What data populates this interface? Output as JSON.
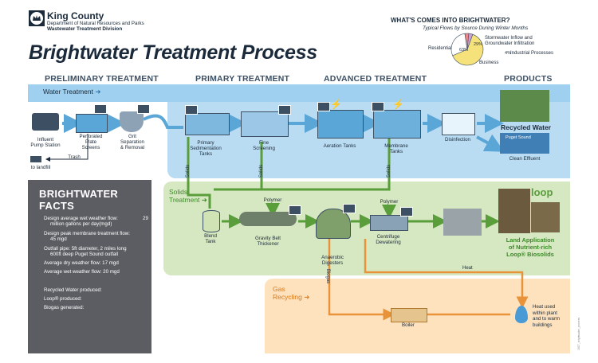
{
  "header": {
    "org_name": "King County",
    "org_dept": "Department of Natural Resources and Parks",
    "org_div": "Wastewater Treatment Division",
    "title": "Brightwater Treatment Process"
  },
  "inflow": {
    "title": "WHAT'S COMES INTO BRIGHTWATER?",
    "subtitle": "Typical Flows by Source During Winter Months",
    "colors": {
      "residential": "#f6e27a",
      "stormwater": "#ffffff",
      "industrial": "#e88a8a",
      "business": "#c9a3d6"
    }
  },
  "chart_data": {
    "type": "pie",
    "slices": [
      {
        "label": "Residential",
        "value": 63,
        "text": "63%"
      },
      {
        "label": "Stormwater Inflow and Groundwater Infiltration",
        "value": 29,
        "text": "29%"
      },
      {
        "label": "Industrial Processes",
        "value": 4,
        "text": "4%"
      },
      {
        "label": "Business",
        "value": 4,
        "text": ""
      }
    ]
  },
  "sections": {
    "preliminary": "PRELIMINARY TREATMENT",
    "primary": "PRIMARY TREATMENT",
    "advanced": "ADVANCED TREATMENT",
    "products": "PRODUCTS"
  },
  "bands": {
    "water": "Water Treatment",
    "solids_1": "Solids",
    "solids_2": "Treatment",
    "gas_1": "Gas",
    "gas_2": "Recycling"
  },
  "water_steps": {
    "influent_1": "Influent",
    "influent_2": "Pump Station",
    "screens_1": "Perforated",
    "screens_2": "Plate",
    "screens_3": "Screens",
    "grit_1": "Grit",
    "grit_2": "Separation",
    "grit_3": "& Removal",
    "trash": "Trash",
    "landfill": "to landfill",
    "primary_1": "Primary",
    "primary_2": "Sedimentation",
    "primary_3": "Tanks",
    "fine_1": "Fine",
    "fine_2": "Screening",
    "aeration": "Aeration Tanks",
    "membrane_1": "Membrane",
    "membrane_2": "Tanks",
    "disinfection": "Disinfection",
    "recycled": "Recycled Water",
    "puget": "Puget Sound",
    "effluent": "Clean Effluent"
  },
  "solids_steps": {
    "solids_a": "Solids",
    "solids_b": "Solids",
    "solids_c": "Solids",
    "blend_1": "Blend",
    "blend_2": "Tank",
    "polymer_1": "Polymer",
    "gravity_1": "Gravity Belt",
    "gravity_2": "Thickener",
    "anaerobic_1": "Anaerobic",
    "anaerobic_2": "Digesters",
    "polymer_2": "Polymer",
    "centrifuge_1": "Centrifuge",
    "centrifuge_2": "Dewatering",
    "loop_logo": "loop",
    "land_1": "Land Application",
    "land_2": "of Nutrient-rich",
    "land_3": "Loop® Biosolids"
  },
  "gas_steps": {
    "biogas": "Biogas",
    "boiler": "Boiler",
    "heat": "Heat",
    "heat_used_1": "Heat used",
    "heat_used_2": "within plant",
    "heat_used_3": "and to warm",
    "heat_used_4": "buildings"
  },
  "facts": {
    "heading_1": "BRIGHTWATER",
    "heading_2": "FACTS",
    "f1_a": "Design average wet weather flow:",
    "f1_val": "29",
    "f1_b": "million gallons per day(mgd)",
    "f2_a": "Design peak membrane treatment flow:",
    "f2_b": "45 mgd",
    "f3_a": "Outfall pipe: 5ft diameter, 2 miles long",
    "f3_b": "600ft deep Puget Sound outfall",
    "f4": "Average dry weather flow: 17 mgd",
    "f5": "Average wet weather flow: 20 mgd",
    "f6": "Recycled Water produced:",
    "f7": "Loop® produced:",
    "f8": "Biogas generated:"
  },
  "footer": {
    "code": "1607_brightwater_process"
  },
  "colors": {
    "water_band": "#b9dcf3",
    "water_band_header": "#9fd0ef",
    "solids_band": "#d5e8c1",
    "gas_band": "#fde2bd",
    "green_flow": "#5a9e3c",
    "blue_flow": "#5aa6d6",
    "orange_flow": "#e8923a",
    "facts_bg": "#5b5d62",
    "title_color": "#1b2a3a"
  }
}
